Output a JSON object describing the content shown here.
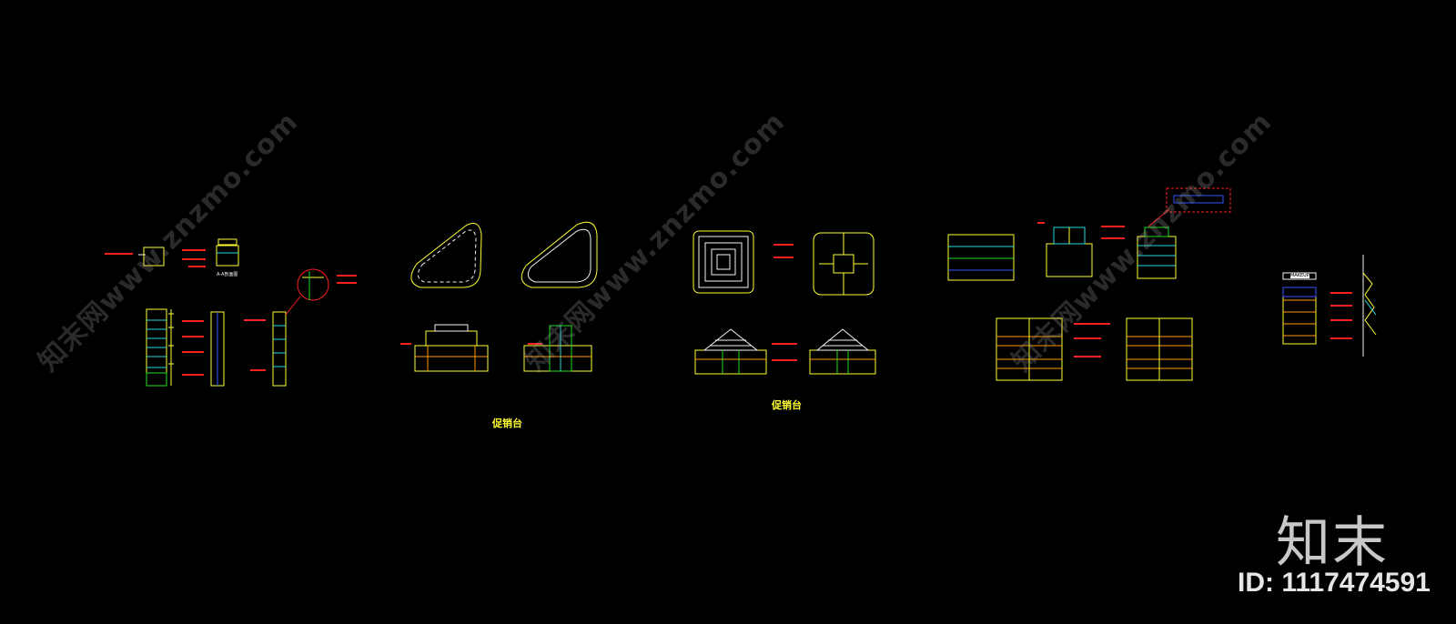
{
  "watermark": {
    "text": "知末网www.znzmo.com",
    "color": "#9a9a9a"
  },
  "captions": {
    "promo_1": "促销台",
    "promo_2": "促销台"
  },
  "logo": {
    "brand": "知末",
    "id_text": "ID: 1117474591"
  },
  "drawing_labels": {
    "section_aa": "A-A剖面图",
    "makeup": "MAKEUP"
  },
  "colors": {
    "background": "#000000",
    "line_yellow": "#ffff33",
    "line_white": "#f2f2f2",
    "line_red": "#ff2020",
    "line_green": "#22dd22",
    "line_cyan": "#22dddd",
    "line_blue": "#3355ff",
    "line_orange": "#ff9900"
  }
}
